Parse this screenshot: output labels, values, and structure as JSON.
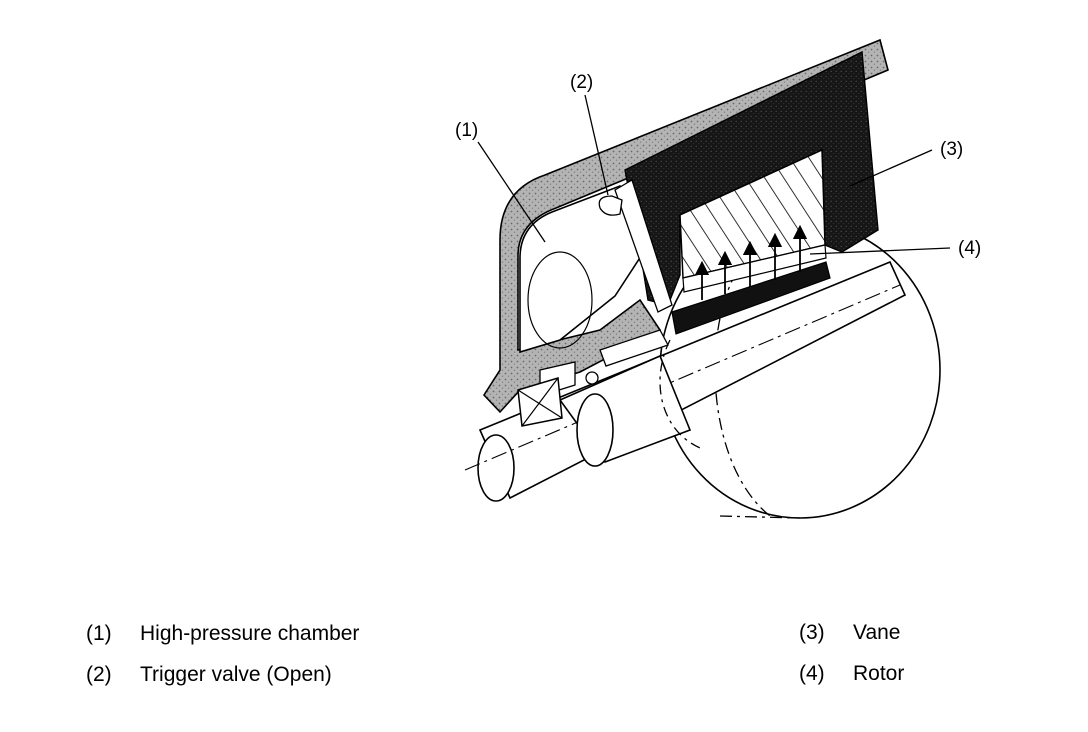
{
  "diagram": {
    "callouts": [
      {
        "id": "1",
        "text": "(1)"
      },
      {
        "id": "2",
        "text": "(2)"
      },
      {
        "id": "3",
        "text": "(3)"
      },
      {
        "id": "4",
        "text": "(4)"
      }
    ]
  },
  "legend": [
    {
      "number": "(1)",
      "label": "High-pressure chamber"
    },
    {
      "number": "(2)",
      "label": "Trigger valve (Open)"
    },
    {
      "number": "(3)",
      "label": "Vane"
    },
    {
      "number": "(4)",
      "label": "Rotor"
    }
  ],
  "colors": {
    "ink": "#000000",
    "housing": "#a9a9a9",
    "vane_body": "#1a1a1a",
    "background": "#ffffff"
  }
}
